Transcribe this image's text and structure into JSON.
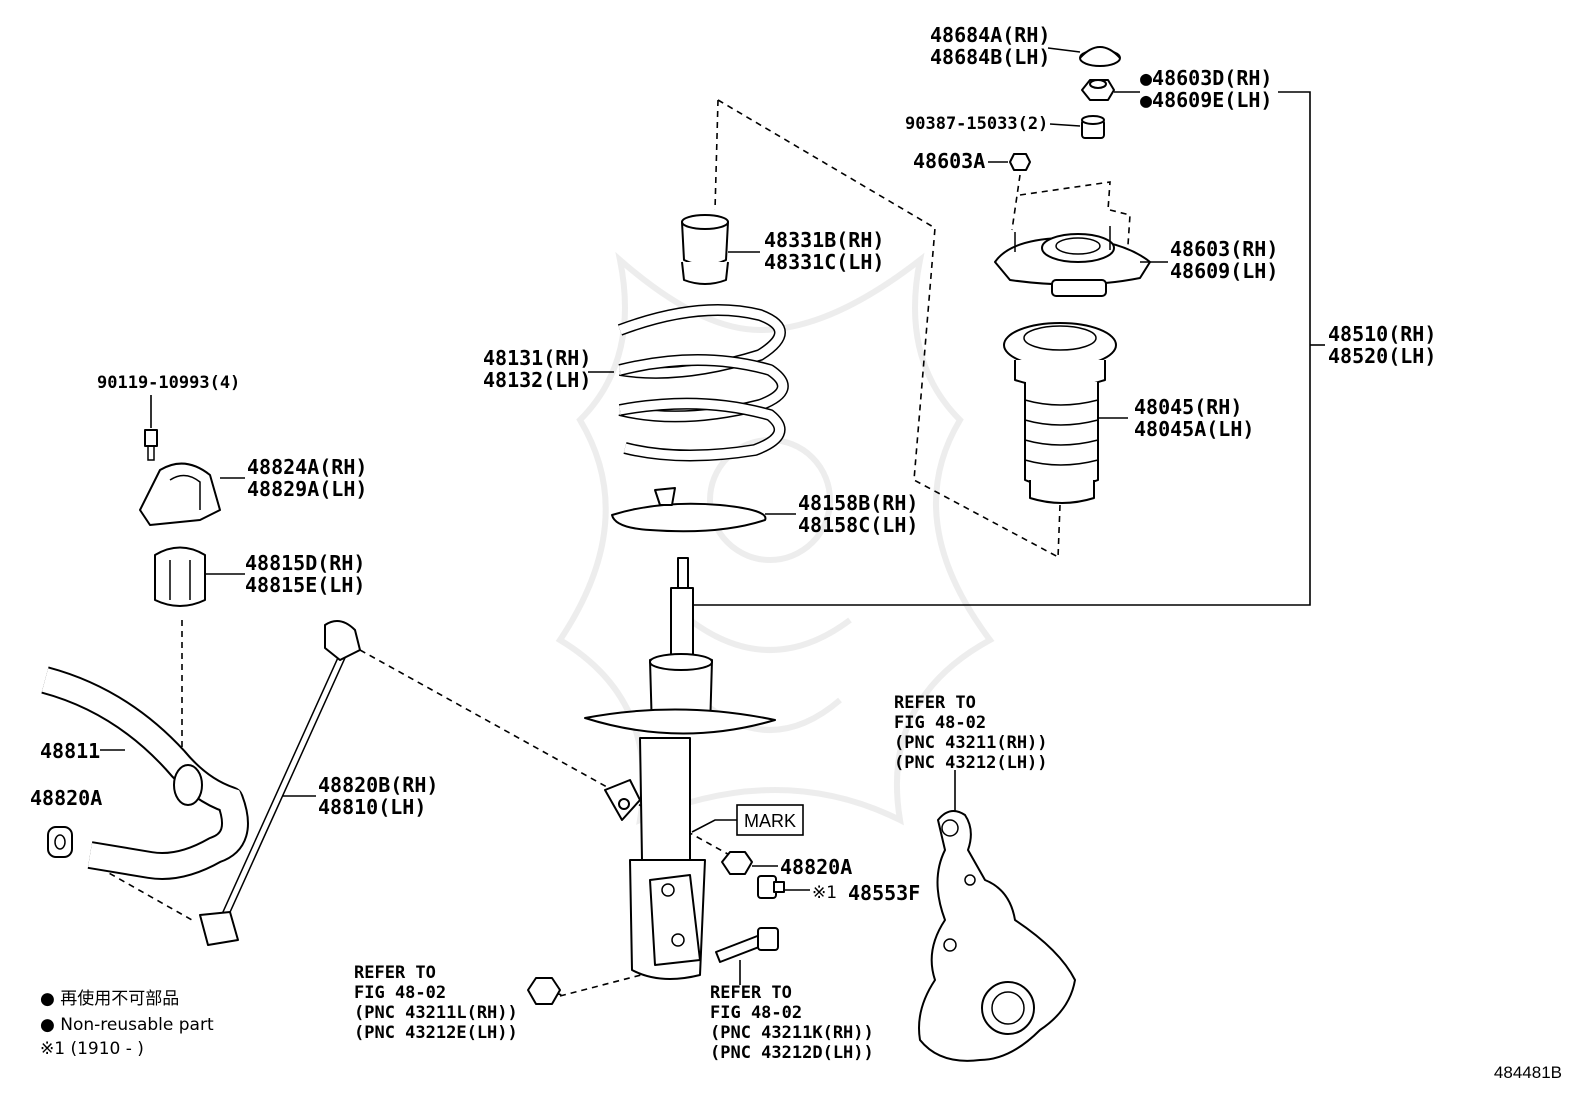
{
  "diagram": {
    "id": "484481B",
    "labels": {
      "p48684a": "48684A(RH)",
      "p48684b": "48684B(LH)",
      "p48603d": "●48603D(RH)",
      "p48609e": "●48609E(LH)",
      "p90387": "90387-15033(2)",
      "p48603a": "48603A",
      "p48603": "48603(RH)",
      "p48609": "48609(LH)",
      "p48331b": "48331B(RH)",
      "p48331c": "48331C(LH)",
      "p48131": "48131(RH)",
      "p48132": "48132(LH)",
      "p48510": "48510(RH)",
      "p48520": "48520(LH)",
      "p48045": "48045(RH)",
      "p48045a": "48045A(LH)",
      "p48158b": "48158B(RH)",
      "p48158c": "48158C(LH)",
      "p90119": "90119-10993(4)",
      "p48824a": "48824A(RH)",
      "p48829a": "48829A(LH)",
      "p48815d": "48815D(RH)",
      "p48815e": "48815E(LH)",
      "p48811": "48811",
      "p48820a_left": "48820A",
      "p48820b": "48820B(RH)",
      "p48810": "48810(LH)",
      "mark": "MARK",
      "p48820a_mid": "48820A",
      "note1_mark": "※1",
      "p48553f": "48553F"
    },
    "refs": {
      "knuckle": [
        "REFER TO",
        "FIG 48-02",
        "(PNC 43211(RH))",
        "(PNC 43212(LH))"
      ],
      "nut": [
        "REFER TO",
        "FIG 48-02",
        "(PNC 43211L(RH))",
        "(PNC 43212E(LH))"
      ],
      "bolt": [
        "REFER TO",
        "FIG 48-02",
        "(PNC 43211K(RH))",
        "(PNC 43212D(LH))"
      ]
    },
    "legend": {
      "jp": "● 再使用不可部品",
      "en": "● Non-reusable part",
      "note": "※1 (1910 -      )"
    }
  }
}
